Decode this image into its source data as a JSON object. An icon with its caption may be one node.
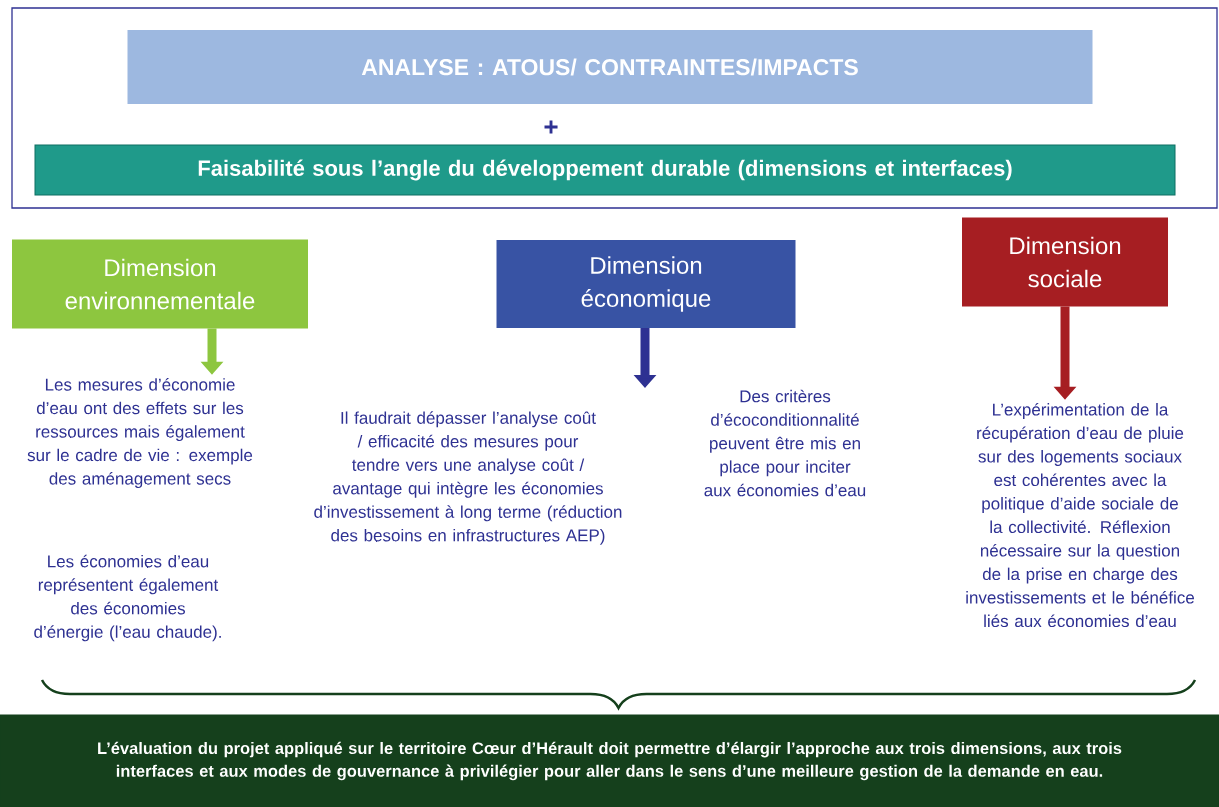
{
  "diagram": {
    "nodes": [
      {
        "text": [],
        "shape": "box"
      },
      {
        "text": [
          "ANALYSE : ATOUS/ CONTRAINTES/IMPACTS"
        ],
        "in": 0
      },
      {
        "text": [
          "Faisabilité sous l’angle du développement durable (dimensions et interfaces)"
        ],
        "in": 0
      },
      {
        "text": [
          "Dimension environnementale"
        ]
      },
      {
        "text": [
          "Les mesures d’économie d’eau ont des effets sur les ressources mais également sur le cadre de vie : exemple des aménagement secs"
        ]
      },
      {
        "text": [
          "Dimension économique"
        ]
      },
      {
        "text": [
          "Dimension sociale"
        ]
      },
      {
        "text": [
          "L’expérimentation de la récupération d’eau de pluie sur des logements sociaux est cohérentes avec la politique d’aide sociale de la collectivité. Réflexion nécessaire sur la question de la prise en charge des investissements et le bénéfice liés aux économies d’eau"
        ]
      },
      {
        "text": [
          "L’évaluation du projet appliqué sur le territoire Cœur d’Hérault doit permettre d’élargir l’approche aux trois dimensions, aux trois interfaces et aux modes de gouvernance à privilégier pour aller dans le sens d’une meilleure gestion de la demande en eau."
        ]
      }
    ],
    "edges": [
      {
        "from": 3,
        "to": 4,
        "arrow": "to",
        "color": "#8dc63f"
      },
      {
        "from": 5,
        "to": null,
        "arrow": "to",
        "color": "#2e3192"
      },
      {
        "from": 6,
        "to": 7,
        "arrow": "to",
        "color": "#a61e22"
      }
    ],
    "labels": [
      "+",
      "Il faudrait dépasser l’analyse coût / efficacité des mesures pour tendre vers une analyse coût / avantage qui intègre les économies d’investissement à long terme (réduction des besoins en infrastructures AEP)",
      "Des critères d’écoconditionnalité peuvent être mis en place pour inciter aux économies d’eau",
      "Les économies d’eau représentent également des économies d’énergie (l’eau chaude)."
    ]
  }
}
